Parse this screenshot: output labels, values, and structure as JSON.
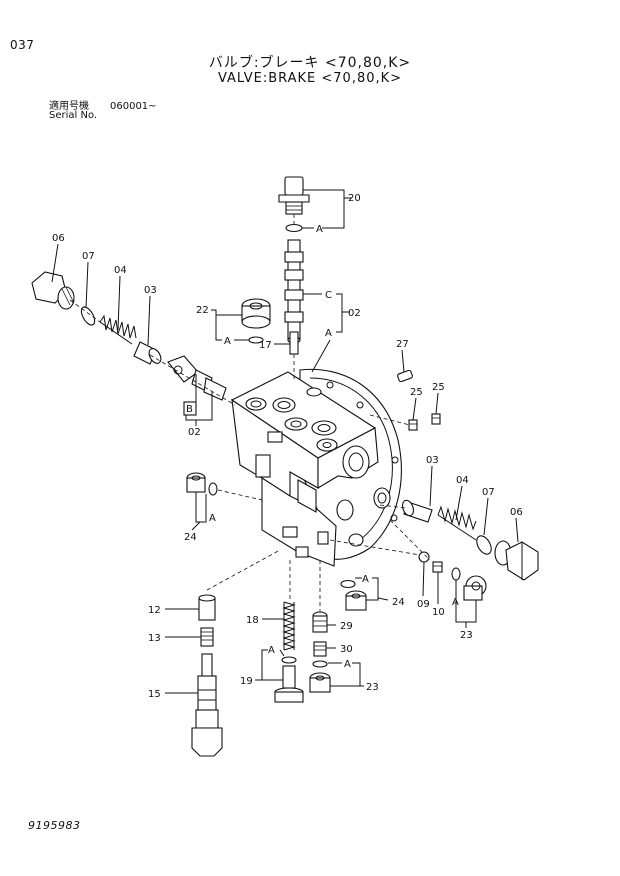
{
  "page_number": "037",
  "title_jp": "バルブ:ブレーキ <70,80,K>",
  "title_en": "VALVE:BRAKE <70,80,K>",
  "serial_label_jp": "適用号機",
  "serial_label_en": "Serial No.",
  "serial_value": "060001~",
  "doc_number": "9195983",
  "callouts": {
    "c20": "20",
    "c06_left": "06",
    "c07_left": "07",
    "c04_left": "04",
    "c03_left": "03",
    "c22": "22",
    "c02_top": "02",
    "c17": "17",
    "c27": "27",
    "c25_a": "25",
    "c25_b": "25",
    "c02_b": "02",
    "c03_right": "03",
    "c04_right": "04",
    "c07_right": "07",
    "c06_right": "06",
    "c24_left": "24",
    "c24_right": "24",
    "c09": "09",
    "c10": "10",
    "c23_right": "23",
    "c12": "12",
    "c13": "13",
    "c15": "15",
    "c18": "18",
    "c29": "29",
    "c19": "19",
    "c30": "30",
    "c23_bottom": "23"
  },
  "ref_letters": {
    "a1": "A",
    "a2": "A",
    "a3": "A",
    "a4": "A",
    "a5": "A",
    "a6": "A",
    "a7": "A",
    "a8": "A",
    "a9": "A",
    "b": "B",
    "c": "C"
  }
}
